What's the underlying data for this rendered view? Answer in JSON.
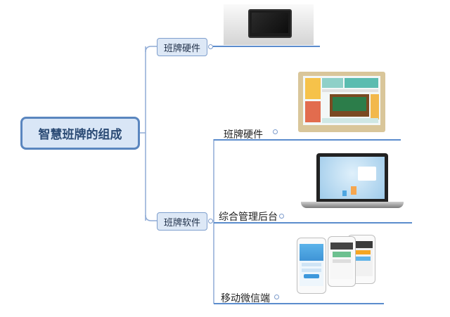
{
  "root": {
    "label": "智慧班牌的组成"
  },
  "branches": [
    {
      "label": "班牌硬件"
    },
    {
      "label": "班牌软件"
    }
  ],
  "software_items": [
    {
      "label": "班牌硬件"
    },
    {
      "label": "综合管理后台"
    },
    {
      "label": "移动微信端"
    }
  ],
  "colors": {
    "connector": "#8fabd6",
    "underline": "#5b8ccd",
    "root_border": "#5a86bf",
    "root_fill": "#d9e6f6"
  },
  "images": [
    {
      "name": "black-tablet-image"
    },
    {
      "name": "class-board-image"
    },
    {
      "name": "laptop-image"
    },
    {
      "name": "phones-image"
    }
  ]
}
